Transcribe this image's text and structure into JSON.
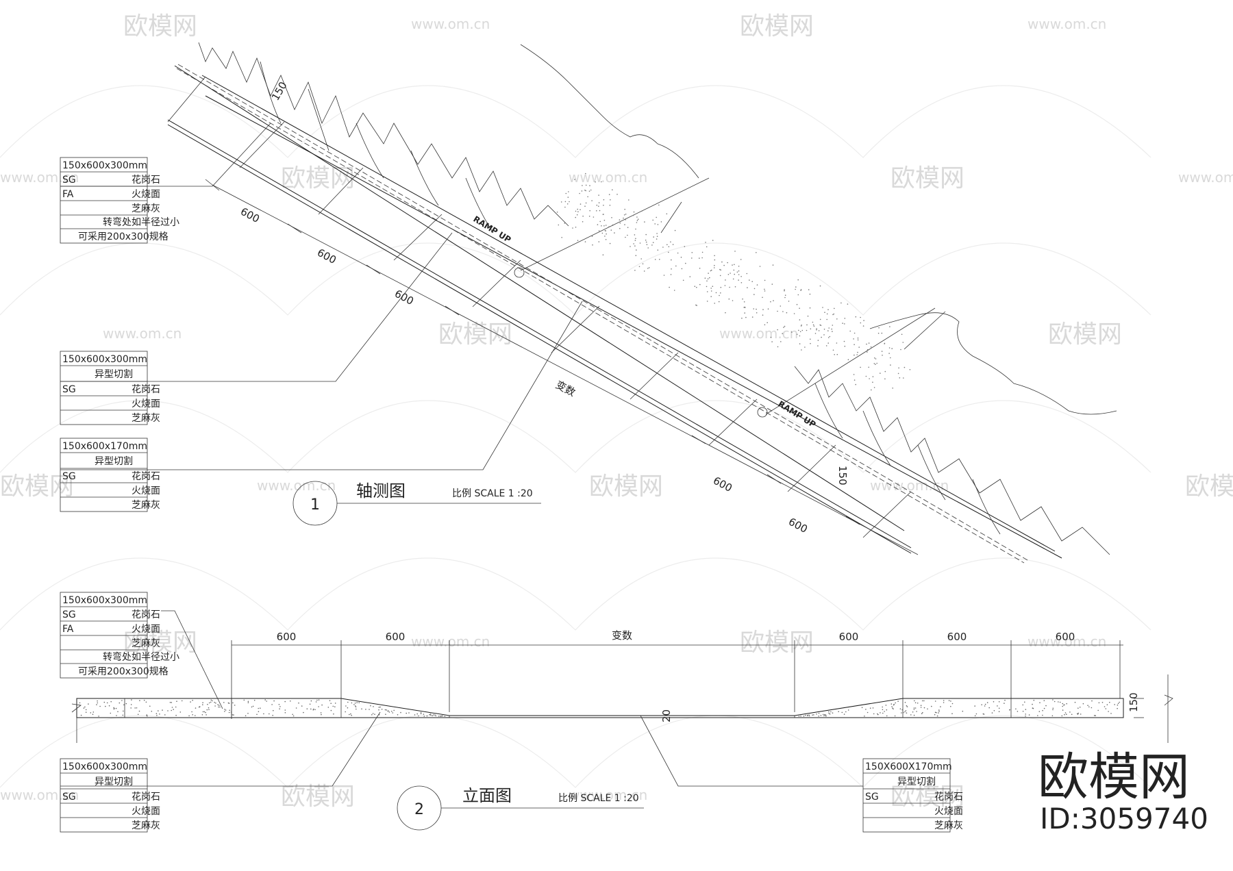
{
  "watermark": {
    "logo_text": "欧模网",
    "site_text": "www.om.cn",
    "brand": "欧模网",
    "id_text": "ID:3059740"
  },
  "drawing1": {
    "title": "轴测图",
    "number": "1",
    "scale_label": "比例 SCALE 1 :20",
    "ramp_label_1": "RAMP UP",
    "ramp_label_2": "RAMP UP",
    "dim_labels": [
      "600",
      "600",
      "600",
      "600",
      "600"
    ],
    "dim_variable": "变数",
    "dim_height": "150",
    "dim_top": "150"
  },
  "drawing2": {
    "title": "立面图",
    "number": "2",
    "scale_label": "比例 SCALE 1 :20",
    "dims": [
      "600",
      "600",
      "变数",
      "600",
      "600",
      "600"
    ],
    "dim_height": "150",
    "dim_low": "20"
  },
  "tables": {
    "t1": [
      "150x600x300mm",
      "SG",
      "花岗石",
      "FA",
      "火烧面",
      "芝麻灰",
      "转弯处如半径过小",
      "可采用200x300规格"
    ],
    "t2": [
      "150x600x300mm",
      "异型切割",
      "SG",
      "花岗石",
      "火烧面",
      "芝麻灰"
    ],
    "t3": [
      "150x600x170mm",
      "异型切割",
      "SG",
      "花岗石",
      "火烧面",
      "芝麻灰"
    ],
    "t4": [
      "150x600x300mm",
      "SG",
      "花岗石",
      "FA",
      "火烧面",
      "芝麻灰",
      "转弯处如半径过小",
      "可采用200x300规格"
    ],
    "t5": [
      "150x600x300mm",
      "异型切割",
      "SG",
      "花岗石",
      "火烧面",
      "芝麻灰"
    ],
    "t6": [
      "150X600X170mm",
      "异型切割",
      "SG",
      "花岗石",
      "火烧面",
      "芝麻灰"
    ]
  }
}
